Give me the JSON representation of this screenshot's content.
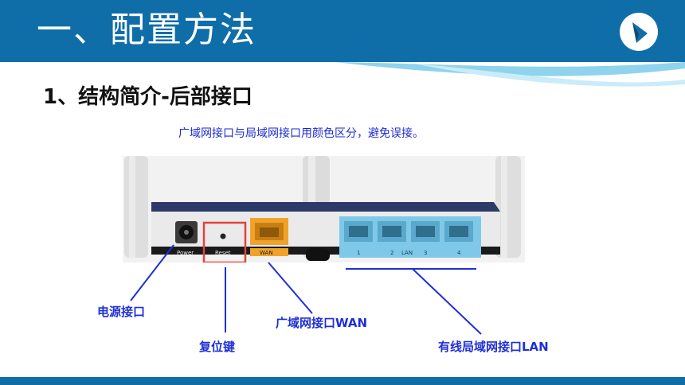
{
  "slide": {
    "title": "一、配置方法",
    "subtitle": "1、结构简介-后部接口",
    "note": "广域网接口与局域网接口用颜色区分，避免误接。"
  },
  "router": {
    "port_labels": [
      "Power",
      "Reset",
      "WAN",
      "1",
      "2",
      "LAN",
      "3",
      "4"
    ]
  },
  "callouts": {
    "power": "电源接口",
    "reset": "复位键",
    "wan": "广域网接口WAN",
    "lan": "有线局域网接口LAN"
  },
  "colors": {
    "header": "#0f6ea8",
    "callout": "#1f2fd6",
    "reset_box": "#e0443c",
    "wan_port": "#f0a22a",
    "lan_port": "#7fc8e8"
  }
}
